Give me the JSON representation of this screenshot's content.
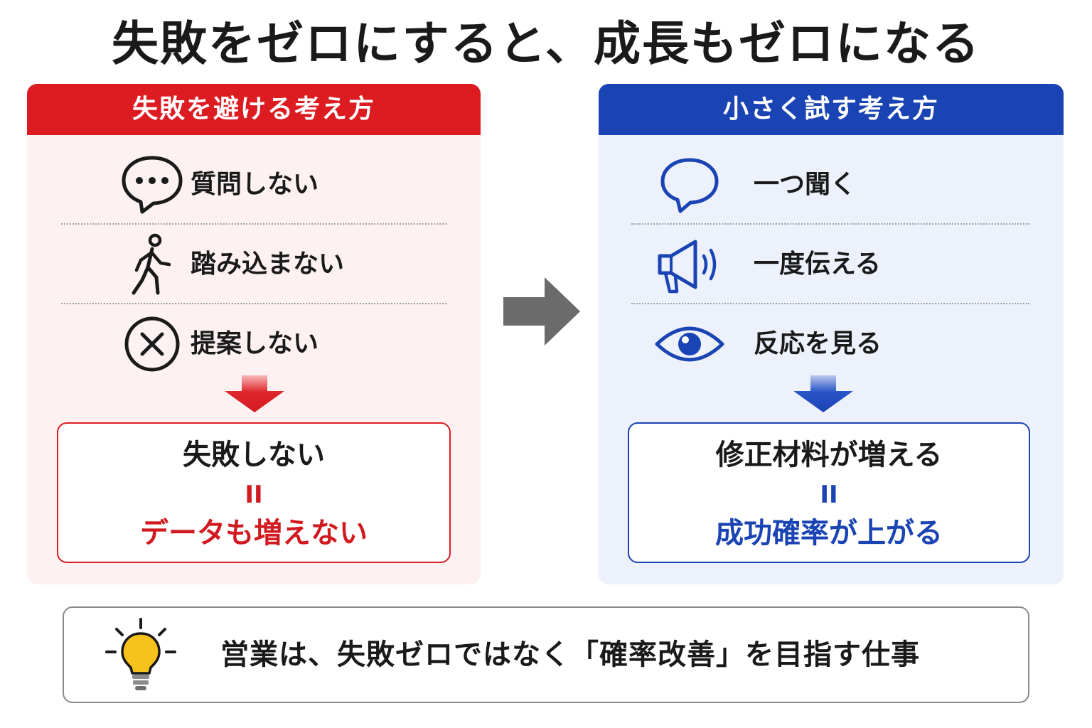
{
  "title": "失敗をゼロにすると、成長もゼロになる",
  "left_panel": {
    "header": "失敗を避ける考え方",
    "items": [
      {
        "icon": "speech-bubble-dots-icon",
        "label": "質問しない"
      },
      {
        "icon": "walking-person-icon",
        "label": "踏み込まない"
      },
      {
        "icon": "x-circle-icon",
        "label": "提案しない"
      }
    ],
    "result": {
      "top": "失敗しない",
      "equals": "II",
      "bottom": "データも増えない"
    },
    "accent_color": "#dd1c22"
  },
  "right_panel": {
    "header": "小さく試す考え方",
    "items": [
      {
        "icon": "speech-bubble-icon",
        "label": "一つ聞く"
      },
      {
        "icon": "megaphone-icon",
        "label": "一度伝える"
      },
      {
        "icon": "eye-icon",
        "label": "反応を見る"
      }
    ],
    "result": {
      "top": "修正材料が増える",
      "equals": "II",
      "bottom": "成功確率が上がる"
    },
    "accent_color": "#1a43b4"
  },
  "footer": {
    "icon": "lightbulb-icon",
    "text": "営業は、失敗ゼロではなく「確率改善」を目指す仕事"
  }
}
